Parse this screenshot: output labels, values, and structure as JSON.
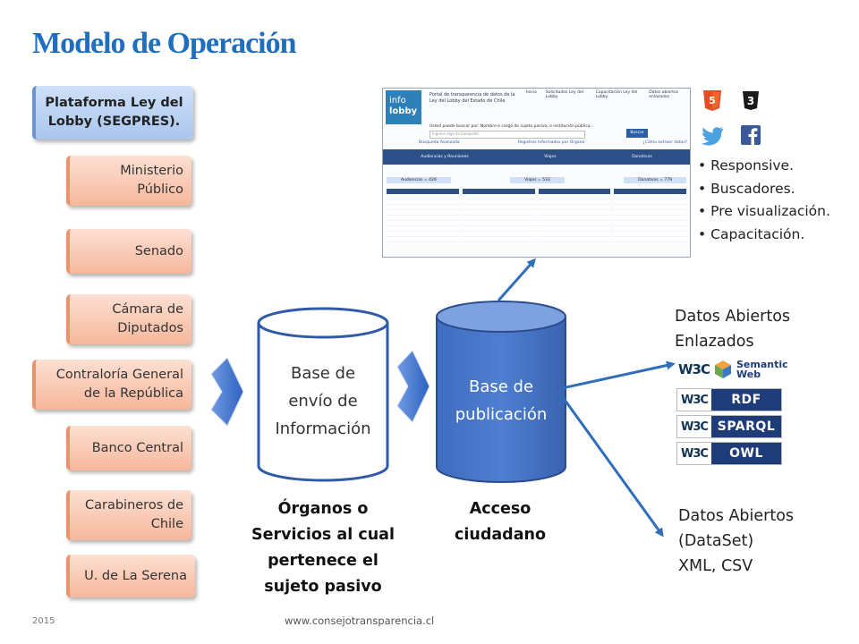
{
  "title": "Modelo de Operación",
  "organizations": [
    "Plataforma Ley del\nLobby (SEGPRES).",
    "Ministerio\nPúblico",
    "Senado",
    "Cámara de\nDiputados",
    "Contraloría General\nde la República",
    "Banco Central",
    "Carabineros de\nChile",
    "U. de La Serena"
  ],
  "cylinder_left": "Base de\nenvío de\nInformación",
  "cylinder_right": "Base de\npublicación",
  "caption_left": "Órganos o\nServicios al cual\npertenece el\nsujeto pasivo",
  "caption_right": "Acceso\nciudadano",
  "features": [
    "Responsive.",
    "Buscadores.",
    "Pre visualización.",
    "Capacitación."
  ],
  "linked_data_label": "Datos Abiertos\nEnlazados",
  "dataset_label": "Datos Abiertos\n(DataSet)\nXML, CSV",
  "w3c_badges": {
    "w3c": "W3C",
    "semantic_web": "Semantic\nWeb",
    "rdf": "RDF",
    "sparql": "SPARQL",
    "owl": "OWL"
  },
  "screenshot": {
    "logo_top": "info",
    "logo_bottom": "lobby",
    "portal_title": "Portal de transparencia de datos de la\nLey del Lobby del Estado de Chile",
    "nav": [
      "Inicio",
      "Solicitudes Ley del Lobby",
      "Capacitación Ley del Lobby",
      "Datos abiertos enlazados"
    ],
    "search_text": "Usted puede buscar por: Nombre o cargo de sujeto pasivo, o institución pública.",
    "search_placeholder": "Ingrese algo de búsqueda",
    "search_button": "Buscar",
    "links": [
      "Búsqueda Avanzada",
      "Registros Informados por Órgano",
      "¿Cómo extraer datos?"
    ],
    "tabs": [
      "Audiencias y Reuniones",
      "Viajes",
      "Donativos"
    ],
    "counts": [
      "Audiencias = 429",
      "Viajes = 533",
      "Donativos = 779"
    ]
  },
  "footer_year": "2015",
  "footer_url": "www.consejotransparencia.cl",
  "colors": {
    "title": "#1f6fc0",
    "cylinder_fill": "#4472c4",
    "arrow_fill": "#3c6fc8",
    "connector": "#2f6eba",
    "org_fill": "#f6b79b",
    "org_first_fill": "#a9c6ee"
  },
  "icons": [
    "html5-icon",
    "css3-icon",
    "twitter-icon",
    "facebook-icon"
  ]
}
